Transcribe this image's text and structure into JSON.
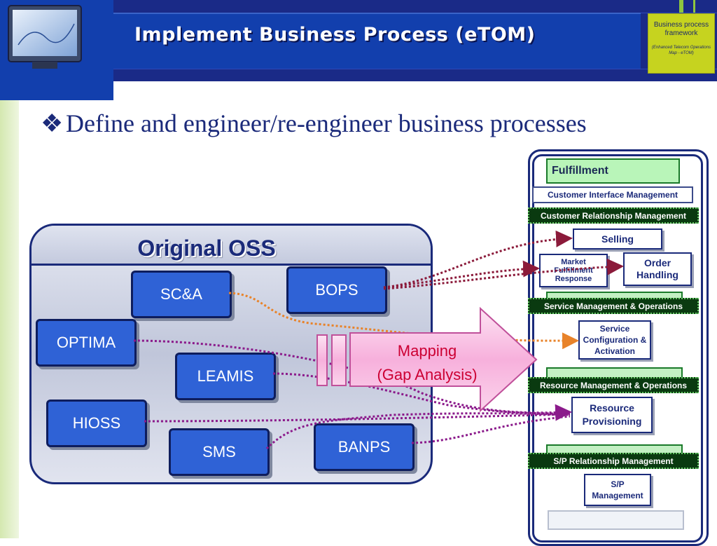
{
  "header": {
    "title": "Implement Business Process (eTOM)",
    "badge_line1": "Business process framework",
    "badge_line2": "(Enhanced Telecom Operations Map - eTOM)"
  },
  "bullet": {
    "symbol": "❖",
    "text": "Define and engineer/re-engineer business processes"
  },
  "oss": {
    "title": "Original OSS",
    "systems": {
      "sca": "SC&A",
      "bops": "BOPS",
      "optima": "OPTIMA",
      "leamis": "LEAMIS",
      "hioss": "HIOSS",
      "sms": "SMS",
      "banps": "BANPS"
    }
  },
  "mapping": {
    "line1": "Mapping",
    "line2": "(Gap Analysis)"
  },
  "etom": {
    "fulfillment": "Fulfillment",
    "customer_interface": "Customer Interface Management",
    "crm": "Customer Relationship Management",
    "selling": "Selling",
    "market_fulfillment": "Market Fulfillment Response",
    "order_handling": "Order Handling",
    "smo": "Service Management & Operations",
    "service_config": "Service Configuration & Activation",
    "rmo": "Resource Management & Operations",
    "resource_prov": "Resource Provisioning",
    "sprm": "S/P Relationship Management",
    "sp_mgmt": "S/P Management"
  },
  "colors": {
    "navy": "#1a2a87",
    "accent_blue": "#2f62d6",
    "connector_maroon": "#8b1a3a",
    "connector_orange": "#e8832a",
    "connector_purple": "#8b1a8b",
    "arrow_pink": "#f5a6d8",
    "bar_green": "#c3f0c3",
    "badge_yellow": "#c6d31f"
  }
}
